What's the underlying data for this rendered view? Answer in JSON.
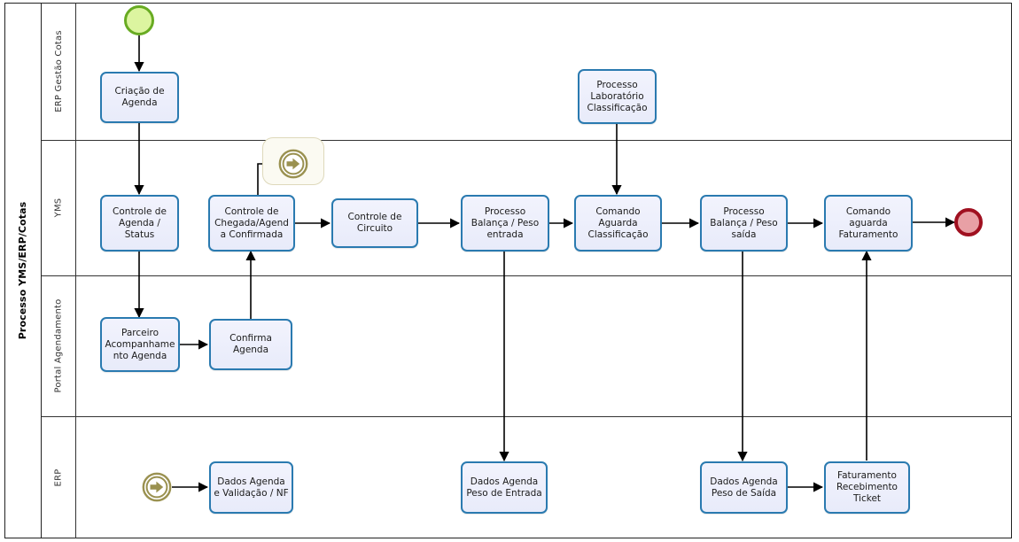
{
  "diagram": {
    "type": "bpmn-process",
    "pool_label": "Processo YMS/ERP/Cotas",
    "lanes": [
      {
        "id": "erp-gestao-cotas",
        "label": "ERP Gestão Cotas"
      },
      {
        "id": "yms",
        "label": "YMS"
      },
      {
        "id": "portal-agendamento",
        "label": "Portal Agendamento"
      },
      {
        "id": "erp",
        "label": "ERP"
      }
    ],
    "colors": {
      "task_fill": "#eceefb",
      "task_border": "#2a7ab0",
      "start_fill": "#dcf5a0",
      "start_border": "#68ab22",
      "end_fill": "#e8a0a5",
      "end_border": "#a01020",
      "link_event": "#9a9150",
      "lane_border": "#333333",
      "connector": "#000000"
    },
    "events": [
      {
        "id": "start-event",
        "name": "start-event",
        "kind": "start",
        "lane": "erp-gestao-cotas"
      },
      {
        "id": "link-throw-chegada",
        "name": "link-throw-event",
        "kind": "link-throw",
        "lane": "yms"
      },
      {
        "id": "link-catch-erp",
        "name": "link-catch-event",
        "kind": "link-catch",
        "lane": "erp"
      },
      {
        "id": "end-event",
        "name": "end-event",
        "kind": "end",
        "lane": "yms"
      }
    ],
    "tasks": [
      {
        "id": "criacao-agenda",
        "lane": "erp-gestao-cotas",
        "label": "Criação de Agenda"
      },
      {
        "id": "processo-laboratorio",
        "lane": "erp-gestao-cotas",
        "label": "Processo Laboratório Classificação"
      },
      {
        "id": "controle-agenda",
        "lane": "yms",
        "label": "Controle de Agenda / Status"
      },
      {
        "id": "controle-chegada",
        "lane": "yms",
        "label": "Controle de Chegada/Agenda Confirmada"
      },
      {
        "id": "controle-circuito",
        "lane": "yms",
        "label": "Controle de Circuito"
      },
      {
        "id": "balanca-entrada",
        "lane": "yms",
        "label": "Processo Balança / Peso entrada"
      },
      {
        "id": "comando-classificacao",
        "lane": "yms",
        "label": "Comando Aguarda Classificação"
      },
      {
        "id": "balanca-saida",
        "lane": "yms",
        "label": "Processo Balança / Peso saída"
      },
      {
        "id": "comando-faturamento",
        "lane": "yms",
        "label": "Comando aguarda Faturamento"
      },
      {
        "id": "parceiro-acompanha",
        "lane": "portal-agendamento",
        "label": "Parceiro Acompanhamento Agenda"
      },
      {
        "id": "confirma-agenda",
        "lane": "portal-agendamento",
        "label": "Confirma Agenda"
      },
      {
        "id": "dados-agenda-nf",
        "lane": "erp",
        "label": "Dados Agenda e Validação / NF"
      },
      {
        "id": "dados-peso-entrada",
        "lane": "erp",
        "label": "Dados Agenda Peso de Entrada"
      },
      {
        "id": "dados-peso-saida",
        "lane": "erp",
        "label": "Dados Agenda Peso de Saída"
      },
      {
        "id": "faturamento-ticket",
        "lane": "erp",
        "label": "Faturamento Recebimento Ticket"
      }
    ],
    "flows": [
      {
        "from": "start-event",
        "to": "criacao-agenda"
      },
      {
        "from": "criacao-agenda",
        "to": "controle-agenda"
      },
      {
        "from": "controle-agenda",
        "to": "parceiro-acompanha"
      },
      {
        "from": "parceiro-acompanha",
        "to": "confirma-agenda"
      },
      {
        "from": "confirma-agenda",
        "to": "controle-chegada"
      },
      {
        "from": "controle-chegada",
        "to": "link-throw-chegada"
      },
      {
        "from": "controle-chegada",
        "to": "controle-circuito"
      },
      {
        "from": "controle-circuito",
        "to": "balanca-entrada"
      },
      {
        "from": "balanca-entrada",
        "to": "comando-classificacao"
      },
      {
        "from": "balanca-entrada",
        "to": "dados-peso-entrada"
      },
      {
        "from": "processo-laboratorio",
        "to": "comando-classificacao"
      },
      {
        "from": "comando-classificacao",
        "to": "balanca-saida"
      },
      {
        "from": "balanca-saida",
        "to": "comando-faturamento"
      },
      {
        "from": "balanca-saida",
        "to": "dados-peso-saida"
      },
      {
        "from": "link-catch-erp",
        "to": "dados-agenda-nf"
      },
      {
        "from": "dados-peso-saida",
        "to": "faturamento-ticket"
      },
      {
        "from": "faturamento-ticket",
        "to": "comando-faturamento"
      },
      {
        "from": "comando-faturamento",
        "to": "end-event"
      }
    ]
  }
}
